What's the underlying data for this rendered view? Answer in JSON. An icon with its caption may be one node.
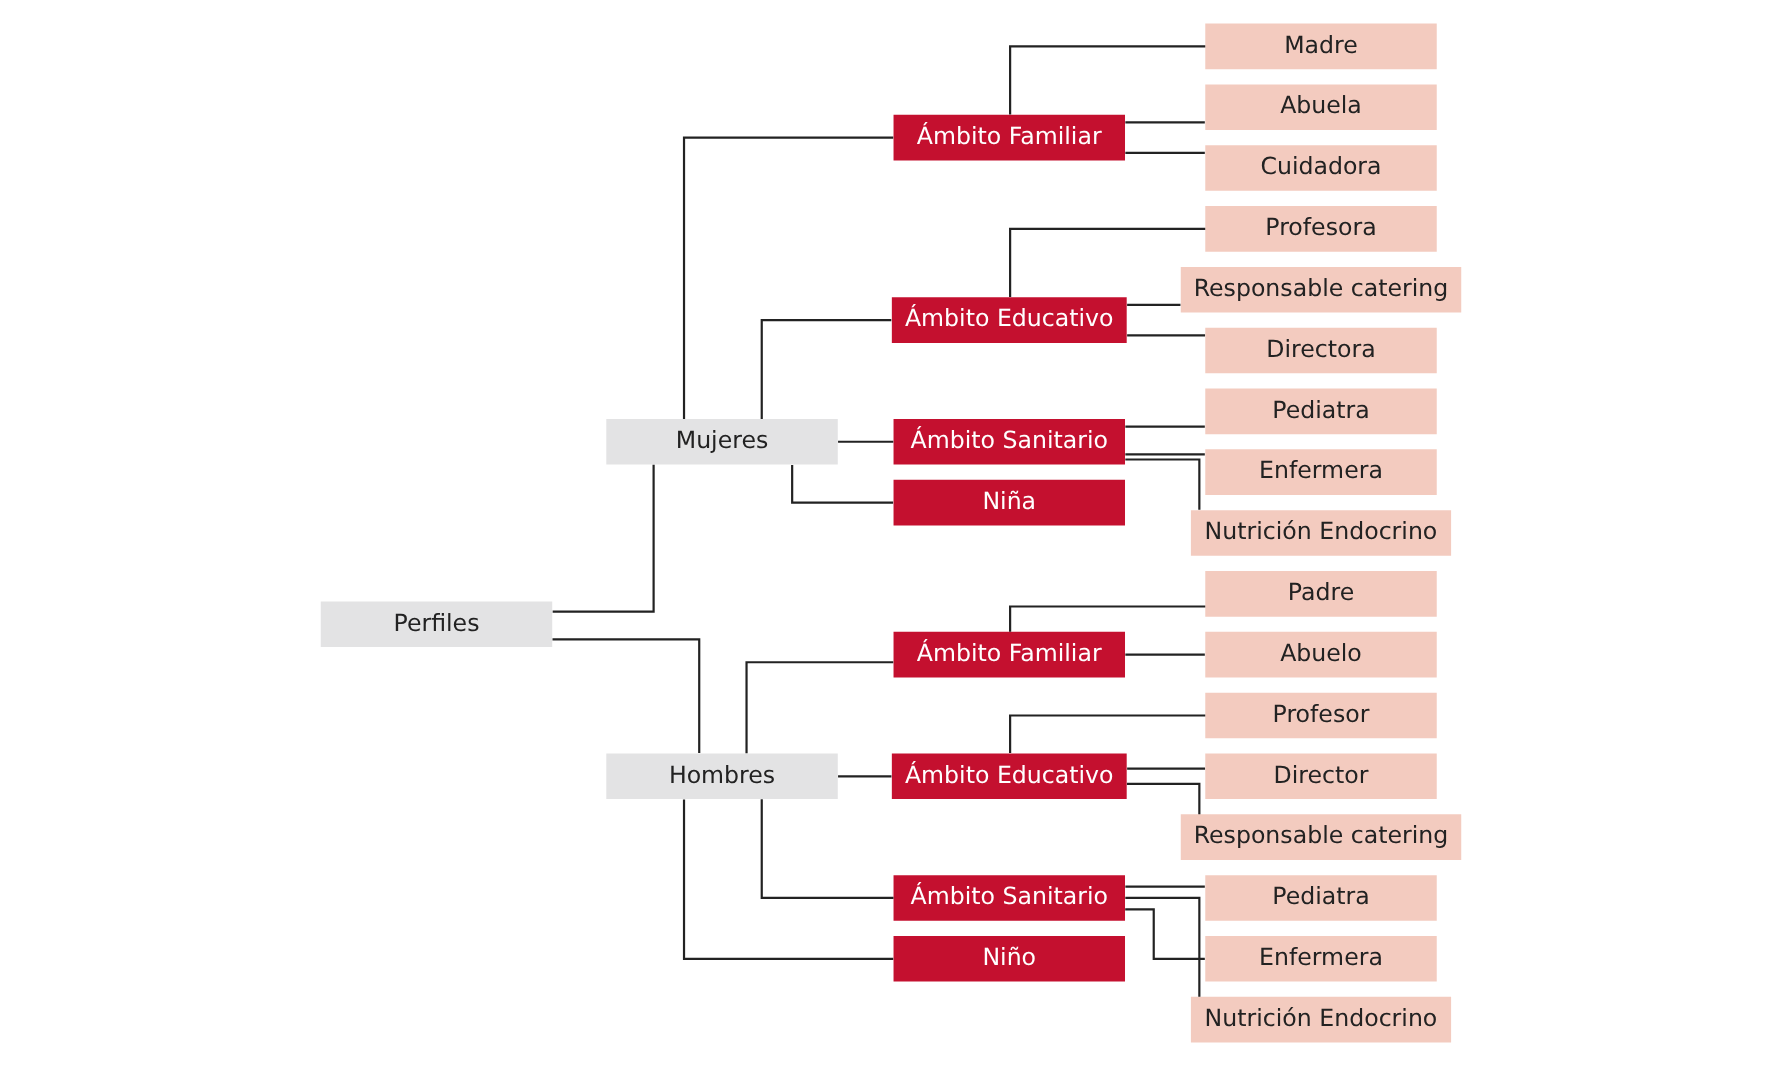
{
  "diagram": {
    "nodes": [
      {
        "text": [
          "Perfiles"
        ]
      },
      {
        "text": [
          "Mujeres"
        ]
      },
      {
        "text": [
          "Ámbito Familiar"
        ]
      },
      {
        "text": [
          "Ámbito Educativo"
        ]
      },
      {
        "text": [
          "Madre"
        ]
      },
      {
        "text": [
          "Abuela"
        ]
      },
      {
        "text": [
          "Cuidadora"
        ]
      },
      {
        "text": [
          "Profesora"
        ]
      },
      {
        "text": [
          "Responsable catering"
        ]
      },
      {
        "text": [
          "Directora"
        ]
      },
      {
        "text": [
          "Ámbito Sanitario"
        ]
      },
      {
        "text": [
          "Niña"
        ]
      },
      {
        "text": [
          "Pediatra"
        ]
      },
      {
        "text": [
          "Enfermera"
        ]
      },
      {
        "text": [
          "Nutrición Endocrino"
        ]
      },
      {
        "text": [
          "Hombres"
        ]
      },
      {
        "text": [
          "Ámbito Familiar"
        ]
      },
      {
        "text": [
          "Ámbito Educativo"
        ]
      },
      {
        "text": [
          "Padre"
        ]
      },
      {
        "text": [
          "Abuelo"
        ]
      },
      {
        "text": [
          "Profesor"
        ]
      },
      {
        "text": [
          "Director"
        ]
      },
      {
        "text": [
          "Responsable catering"
        ]
      },
      {
        "text": [
          "Ámbito Sanitario"
        ]
      },
      {
        "text": [
          "Niño"
        ]
      },
      {
        "text": [
          "Pediatra"
        ]
      },
      {
        "text": [
          "Enfermera"
        ]
      },
      {
        "text": [
          "Nutrición Endocrino"
        ]
      }
    ],
    "edges": [
      {
        "from": 0,
        "to": 1,
        "arrow": "none"
      },
      {
        "from": 0,
        "to": 15,
        "arrow": "none"
      },
      {
        "from": 1,
        "to": 2,
        "arrow": "none"
      },
      {
        "from": 1,
        "to": 3,
        "arrow": "none"
      },
      {
        "from": 1,
        "to": 10,
        "arrow": "none"
      },
      {
        "from": 1,
        "to": 11,
        "arrow": "none"
      },
      {
        "from": 2,
        "to": 4,
        "arrow": "none"
      },
      {
        "from": 2,
        "to": 5,
        "arrow": "none"
      },
      {
        "from": 2,
        "to": 6,
        "arrow": "none"
      },
      {
        "from": 3,
        "to": 7,
        "arrow": "none"
      },
      {
        "from": 3,
        "to": 8,
        "arrow": "none"
      },
      {
        "from": 3,
        "to": 9,
        "arrow": "none"
      },
      {
        "from": 10,
        "to": 12,
        "arrow": "none"
      },
      {
        "from": 10,
        "to": 13,
        "arrow": "none"
      },
      {
        "from": 10,
        "to": 14,
        "arrow": "none"
      },
      {
        "from": 15,
        "to": 16,
        "arrow": "none"
      },
      {
        "from": 15,
        "to": 17,
        "arrow": "none"
      },
      {
        "from": 15,
        "to": 23,
        "arrow": "none"
      },
      {
        "from": 15,
        "to": 24,
        "arrow": "none"
      },
      {
        "from": 16,
        "to": 18,
        "arrow": "none"
      },
      {
        "from": 16,
        "to": 19,
        "arrow": "none"
      },
      {
        "from": 17,
        "to": 20,
        "arrow": "none"
      },
      {
        "from": 17,
        "to": 21,
        "arrow": "none"
      },
      {
        "from": 17,
        "to": 22,
        "arrow": "none"
      },
      {
        "from": 23,
        "to": 25,
        "arrow": "none"
      },
      {
        "from": 23,
        "to": 26,
        "arrow": "none"
      },
      {
        "from": 23,
        "to": 27,
        "arrow": "none"
      }
    ]
  }
}
